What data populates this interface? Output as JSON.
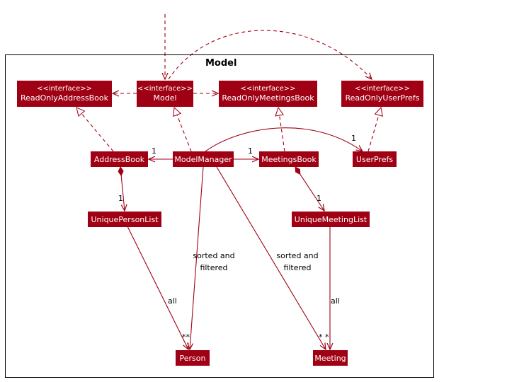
{
  "package": {
    "title": "Model"
  },
  "classes": {
    "readonly_address_book": {
      "stereotype": "<<interface>>",
      "name": "ReadOnlyAddressBook"
    },
    "model": {
      "stereotype": "<<interface>>",
      "name": "Model"
    },
    "readonly_meetings_book": {
      "stereotype": "<<interface>>",
      "name": "ReadOnlyMeetingsBook"
    },
    "readonly_user_prefs": {
      "stereotype": "<<interface>>",
      "name": "ReadOnlyUserPrefs"
    },
    "address_book": "AddressBook",
    "model_manager": "ModelManager",
    "meetings_book": "MeetingsBook",
    "user_prefs": "UserPrefs",
    "unique_person_list": "UniquePersonList",
    "unique_meeting_list": "UniqueMeetingList",
    "person": "Person",
    "meeting": "Meeting"
  },
  "labels": {
    "mult_addressbook": "1",
    "mult_meetingsbook": "1",
    "mult_userprefs": "1",
    "mult_uniquepersonlist": "1",
    "mult_uniquemeetinglist": "1",
    "mult_person": "**",
    "mult_meeting": "* *",
    "person_list_all": "all",
    "meeting_list_all": "all",
    "sorted_person_line1": "sorted and",
    "sorted_person_line2": "filtered",
    "sorted_meeting_line1": "sorted and",
    "sorted_meeting_line2": "filtered"
  },
  "colors": {
    "class_fill": "#a00013",
    "class_text": "#ffffff",
    "line": "#a00013",
    "frame": "#000000"
  }
}
